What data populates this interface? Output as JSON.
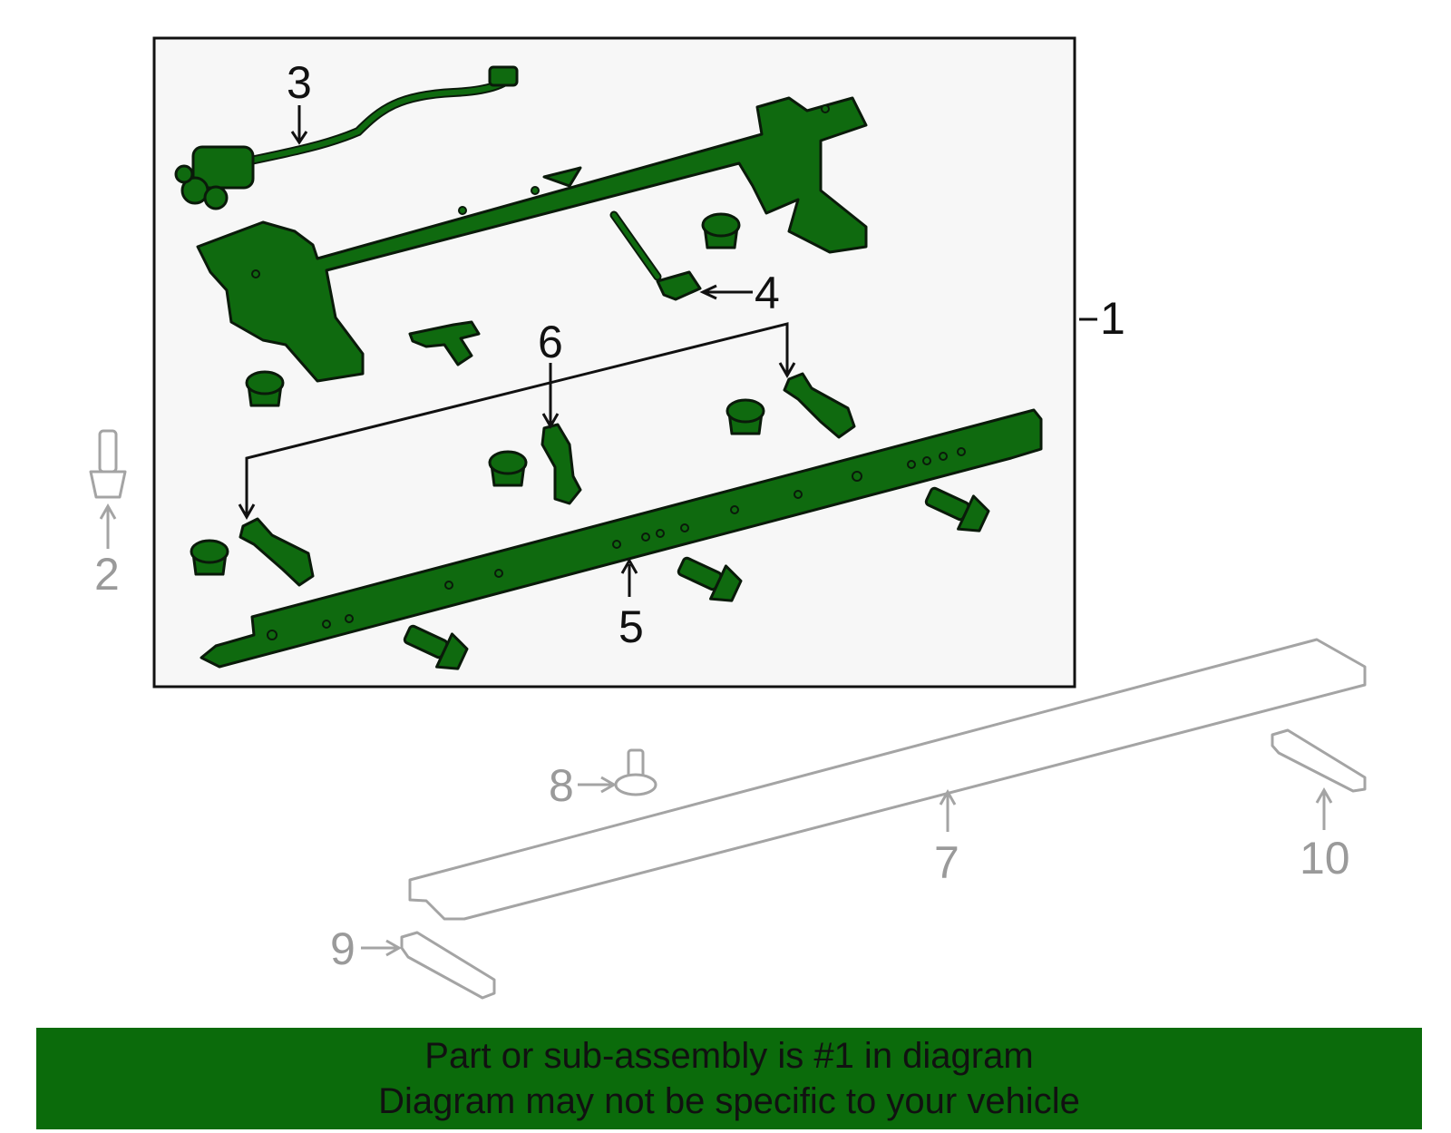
{
  "callouts": {
    "c1": "1",
    "c2": "2",
    "c3": "3",
    "c4": "4",
    "c5": "5",
    "c6": "6",
    "c7": "7",
    "c8": "8",
    "c9": "9",
    "c10": "10"
  },
  "banner": {
    "line1": "Part or sub-assembly is #1 in diagram",
    "line2": "Diagram may not be specific to your vehicle"
  },
  "colors": {
    "part_green": "#0f6a0f",
    "banner_green": "#0b6b0b",
    "ghost_grey": "#a4a4a4",
    "assembly_box_fill": "#f7f7f7"
  }
}
